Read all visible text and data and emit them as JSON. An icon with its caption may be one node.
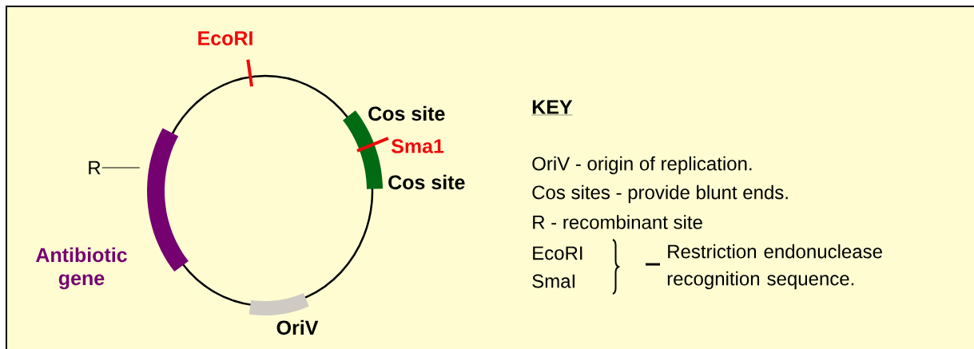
{
  "diagram": {
    "nodes": [
      {
        "text": [
          "R"
        ]
      },
      {
        "text": [],
        "shape": "bar",
        "beside": [
          "Antibiotic gene"
        ]
      }
    ],
    "edges": [
      {
        "from": 0,
        "to": 1,
        "arrow": "none"
      }
    ],
    "labels": [
      "EcoRI",
      "Cos site",
      "Sma1",
      "Cos site",
      "OriV",
      "KEY",
      "OriV - origin of replication.",
      "Cos sites - provide blunt ends.",
      "R - recombinant site",
      "EcoRI",
      "SmaI",
      "Restriction endonuclease recognition sequence."
    ]
  }
}
